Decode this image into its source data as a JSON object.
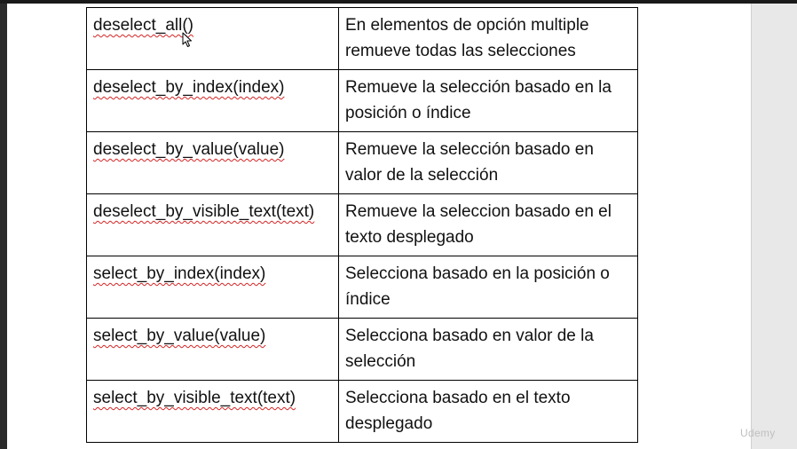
{
  "table": {
    "rows": [
      {
        "method": "deselect_all()",
        "description": "En elementos de opción multiple\nremueve todas las selecciones"
      },
      {
        "method": "deselect_by_index(index)",
        "description": "Remueve la selección basado en la\nposición o índice"
      },
      {
        "method": "deselect_by_value(value)",
        "description": "Remueve la selección basado en\nvalor de la selección"
      },
      {
        "method": "deselect_by_visible_text(text)",
        "description": "Remueve la seleccion basado en el\ntexto desplegado"
      },
      {
        "method": "select_by_index(index)",
        "description": "Selecciona basado en la posición o\níndice"
      },
      {
        "method": "select_by_value(value)",
        "description": "Selecciona basado en valor de la\nselección"
      },
      {
        "method": "select_by_visible_text(text)",
        "description": "Selecciona basado en el texto\ndesplegado"
      }
    ]
  },
  "watermark": {
    "text": "Udemy"
  },
  "icons": {
    "cursor": "mouse-pointer-icon",
    "watermark_logo": "udemy-logo-icon"
  },
  "colors": {
    "spellcheck_underline": "#d42424",
    "page_background": "#ffffff",
    "frame_background": "#2b2b2b"
  }
}
